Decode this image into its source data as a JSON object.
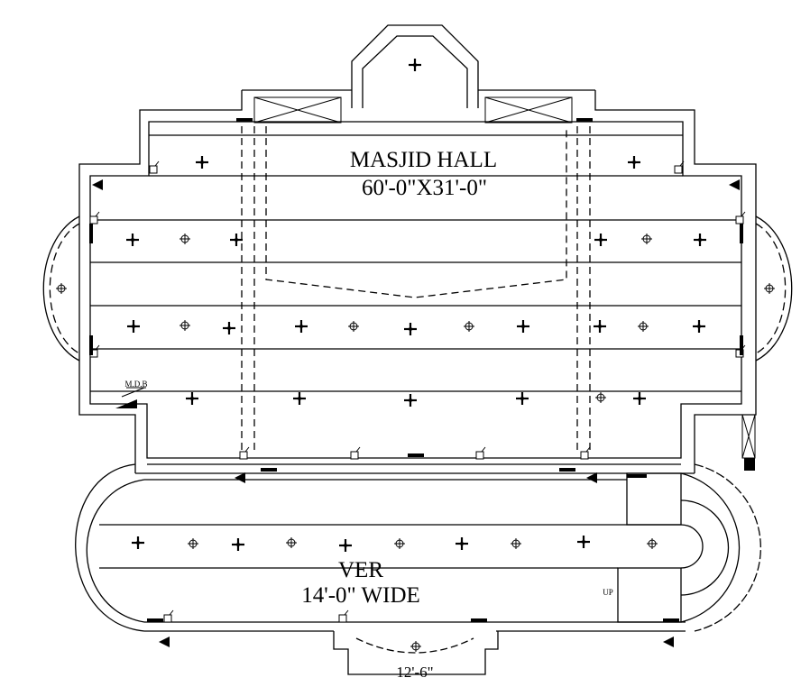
{
  "drawing": {
    "type": "floor-plan",
    "subject": "Masjid electrical layout plan",
    "line_color": "#000000",
    "background": "#ffffff"
  },
  "rooms": {
    "hall": {
      "name": "MASJID HALL",
      "size": "60'-0\"X31'-0\""
    },
    "verandah": {
      "name": "VER",
      "size": "14'-0\" WIDE"
    }
  },
  "annotations": {
    "mdb": "M.D.B",
    "stair_up": "UP",
    "entrance_width": "12'-6\""
  },
  "symbols": {
    "fan": "ceiling-fan-icon",
    "light": "light-point-icon",
    "switchboard": "switch-board-icon",
    "window": "window-icon",
    "door": "door-icon"
  }
}
